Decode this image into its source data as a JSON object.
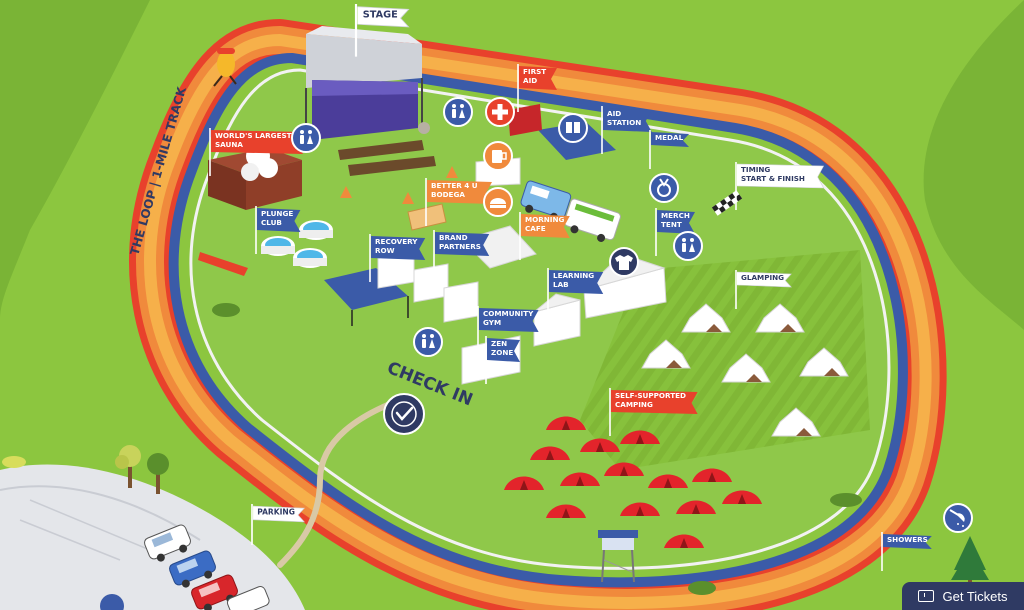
{
  "map": {
    "track_label": "THE LOOP | 1-MILE TRACK",
    "check_in_label": "CHECK IN",
    "flags": [
      {
        "key": "stage",
        "lines": [
          "STAGE"
        ],
        "bg": "#ffffff",
        "fg": "#2f3a63"
      },
      {
        "key": "first-aid",
        "lines": [
          "FIRST",
          "AID"
        ],
        "bg": "#e8412c",
        "fg": "#ffffff"
      },
      {
        "key": "worlds-largest-sauna",
        "lines": [
          "WORLD'S LARGEST",
          "SAUNA"
        ],
        "bg": "#e8412c",
        "fg": "#ffffff"
      },
      {
        "key": "aid-station",
        "lines": [
          "AID",
          "STATION"
        ],
        "bg": "#3b5ba8",
        "fg": "#ffffff"
      },
      {
        "key": "medal",
        "lines": [
          "MEDAL"
        ],
        "bg": "#3b5ba8",
        "fg": "#ffffff"
      },
      {
        "key": "timing",
        "lines": [
          "TIMING",
          "START & FINISH"
        ],
        "bg": "#ffffff",
        "fg": "#2f3a63"
      },
      {
        "key": "better-4-u-bodega",
        "lines": [
          "BETTER 4 U",
          "BODEGA"
        ],
        "bg": "#f08a3c",
        "fg": "#ffffff"
      },
      {
        "key": "plunge-club",
        "lines": [
          "PLUNGE",
          "CLUB"
        ],
        "bg": "#3b5ba8",
        "fg": "#ffffff"
      },
      {
        "key": "morning-cafe",
        "lines": [
          "MORNING",
          "CAFE"
        ],
        "bg": "#f08a3c",
        "fg": "#ffffff"
      },
      {
        "key": "merch-tent",
        "lines": [
          "MERCH",
          "TENT"
        ],
        "bg": "#3b5ba8",
        "fg": "#ffffff"
      },
      {
        "key": "recovery-row",
        "lines": [
          "RECOVERY",
          "ROW"
        ],
        "bg": "#3b5ba8",
        "fg": "#ffffff"
      },
      {
        "key": "brand-partners",
        "lines": [
          "BRAND",
          "PARTNERS"
        ],
        "bg": "#3b5ba8",
        "fg": "#ffffff"
      },
      {
        "key": "learning-lab",
        "lines": [
          "LEARNING",
          "LAB"
        ],
        "bg": "#3b5ba8",
        "fg": "#ffffff"
      },
      {
        "key": "glamping",
        "lines": [
          "GLAMPING"
        ],
        "bg": "#ffffff",
        "fg": "#2f3a63"
      },
      {
        "key": "community-gym",
        "lines": [
          "COMMUNITY",
          "GYM"
        ],
        "bg": "#3b5ba8",
        "fg": "#ffffff"
      },
      {
        "key": "zen-zone",
        "lines": [
          "ZEN",
          "ZONE"
        ],
        "bg": "#3b5ba8",
        "fg": "#ffffff"
      },
      {
        "key": "self-supported-camping",
        "lines": [
          "SELF-SUPPORTED",
          "CAMPING"
        ],
        "bg": "#e8412c",
        "fg": "#ffffff"
      },
      {
        "key": "parking",
        "lines": [
          "PARKING"
        ],
        "bg": "#ffffff",
        "fg": "#2f3a63"
      },
      {
        "key": "showers",
        "lines": [
          "SHOWERS"
        ],
        "bg": "#3b5ba8",
        "fg": "#ffffff"
      }
    ],
    "icons": [
      {
        "key": "restroom-1",
        "icon": "restroom-icon"
      },
      {
        "key": "restroom-2",
        "icon": "restroom-icon"
      },
      {
        "key": "restroom-3",
        "icon": "restroom-icon"
      },
      {
        "key": "restroom-4",
        "icon": "restroom-icon"
      },
      {
        "key": "first-aid-cross",
        "icon": "first-aid-icon"
      },
      {
        "key": "aid-station-water",
        "icon": "water-icon"
      },
      {
        "key": "bodega-beer",
        "icon": "beer-icon"
      },
      {
        "key": "cafe-food",
        "icon": "food-icon"
      },
      {
        "key": "merch-shirt",
        "icon": "shirt-icon"
      },
      {
        "key": "medal-badge",
        "icon": "medal-icon"
      },
      {
        "key": "check-in-badge",
        "icon": "check-in-icon"
      },
      {
        "key": "showers-head",
        "icon": "shower-icon"
      }
    ],
    "colors": {
      "grass": "#8cc63f",
      "grass_light": "#a3d15a",
      "track_outer": "#e8412c",
      "track_mid": "#f08a3c",
      "track_inner": "#3b5ba8",
      "navy": "#2f3a63",
      "tent_red": "#e8412c",
      "road": "#e4e6ea"
    }
  },
  "cta": {
    "label": "Get Tickets",
    "icon": "ticket-icon"
  }
}
